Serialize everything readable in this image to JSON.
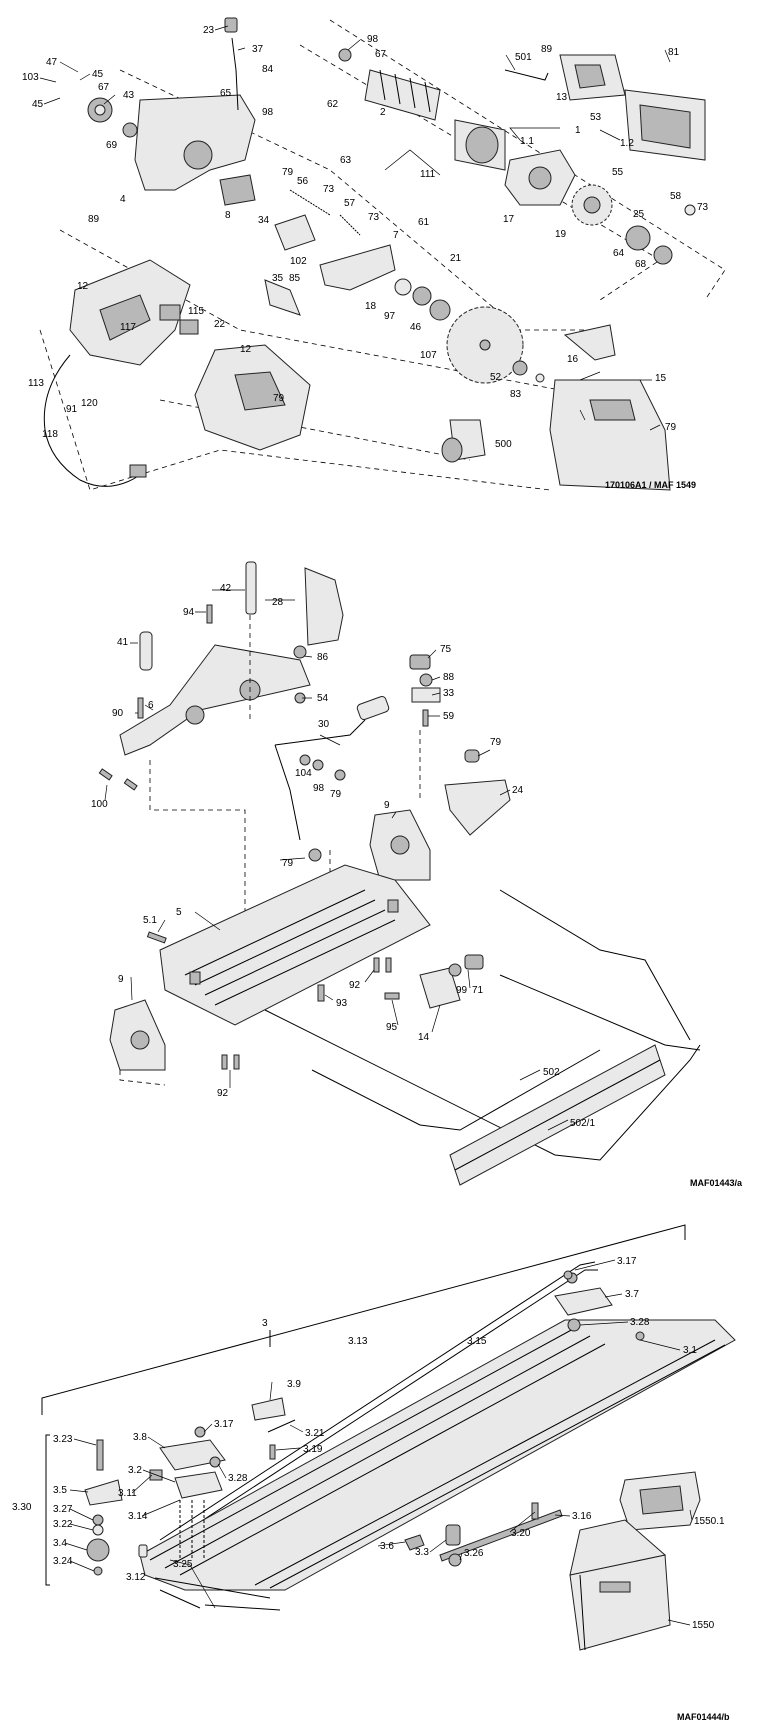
{
  "diagram1": {
    "reference": "170106A1 / MAF 1549",
    "labels": [
      "23",
      "37",
      "98",
      "67",
      "501",
      "89",
      "81",
      "47",
      "103",
      "45",
      "45",
      "67",
      "43",
      "65",
      "84",
      "98",
      "2",
      "13",
      "53",
      "62",
      "69",
      "63",
      "1",
      "1.1",
      "1.2",
      "111",
      "4",
      "8",
      "79",
      "56",
      "73",
      "57",
      "73",
      "55",
      "58",
      "25",
      "73",
      "89",
      "34",
      "61",
      "21",
      "17",
      "19",
      "64",
      "68",
      "102",
      "7",
      "12",
      "35",
      "85",
      "18",
      "97",
      "46",
      "115",
      "117",
      "22",
      "107",
      "16",
      "12",
      "52",
      "83",
      "113",
      "91",
      "120",
      "79",
      "15",
      "118",
      "500",
      "79"
    ]
  },
  "diagram2": {
    "reference": "MAF01443/a",
    "labels": [
      "42",
      "28",
      "94",
      "86",
      "41",
      "75",
      "88",
      "33",
      "54",
      "90",
      "6",
      "59",
      "30",
      "79",
      "104",
      "98",
      "79",
      "24",
      "100",
      "9",
      "79",
      "5.1",
      "5",
      "92",
      "99",
      "71",
      "9",
      "93",
      "95",
      "14",
      "92",
      "502",
      "502/1"
    ]
  },
  "diagram3": {
    "reference": "MAF01444/b",
    "labels": [
      "3.17",
      "3.7",
      "3",
      "3.28",
      "3.13",
      "3.15",
      "3.1",
      "3.9",
      "3.17",
      "3.21",
      "3.8",
      "3.19",
      "3.2",
      "3.28",
      "3.11",
      "3.14",
      "3.16",
      "1550.1",
      "3.23",
      "3.5",
      "3.20",
      "3.30",
      "3.27",
      "3.22",
      "3.4",
      "3.24",
      "3.25",
      "3.12",
      "3.6",
      "3.3",
      "3.26",
      "1550"
    ]
  }
}
